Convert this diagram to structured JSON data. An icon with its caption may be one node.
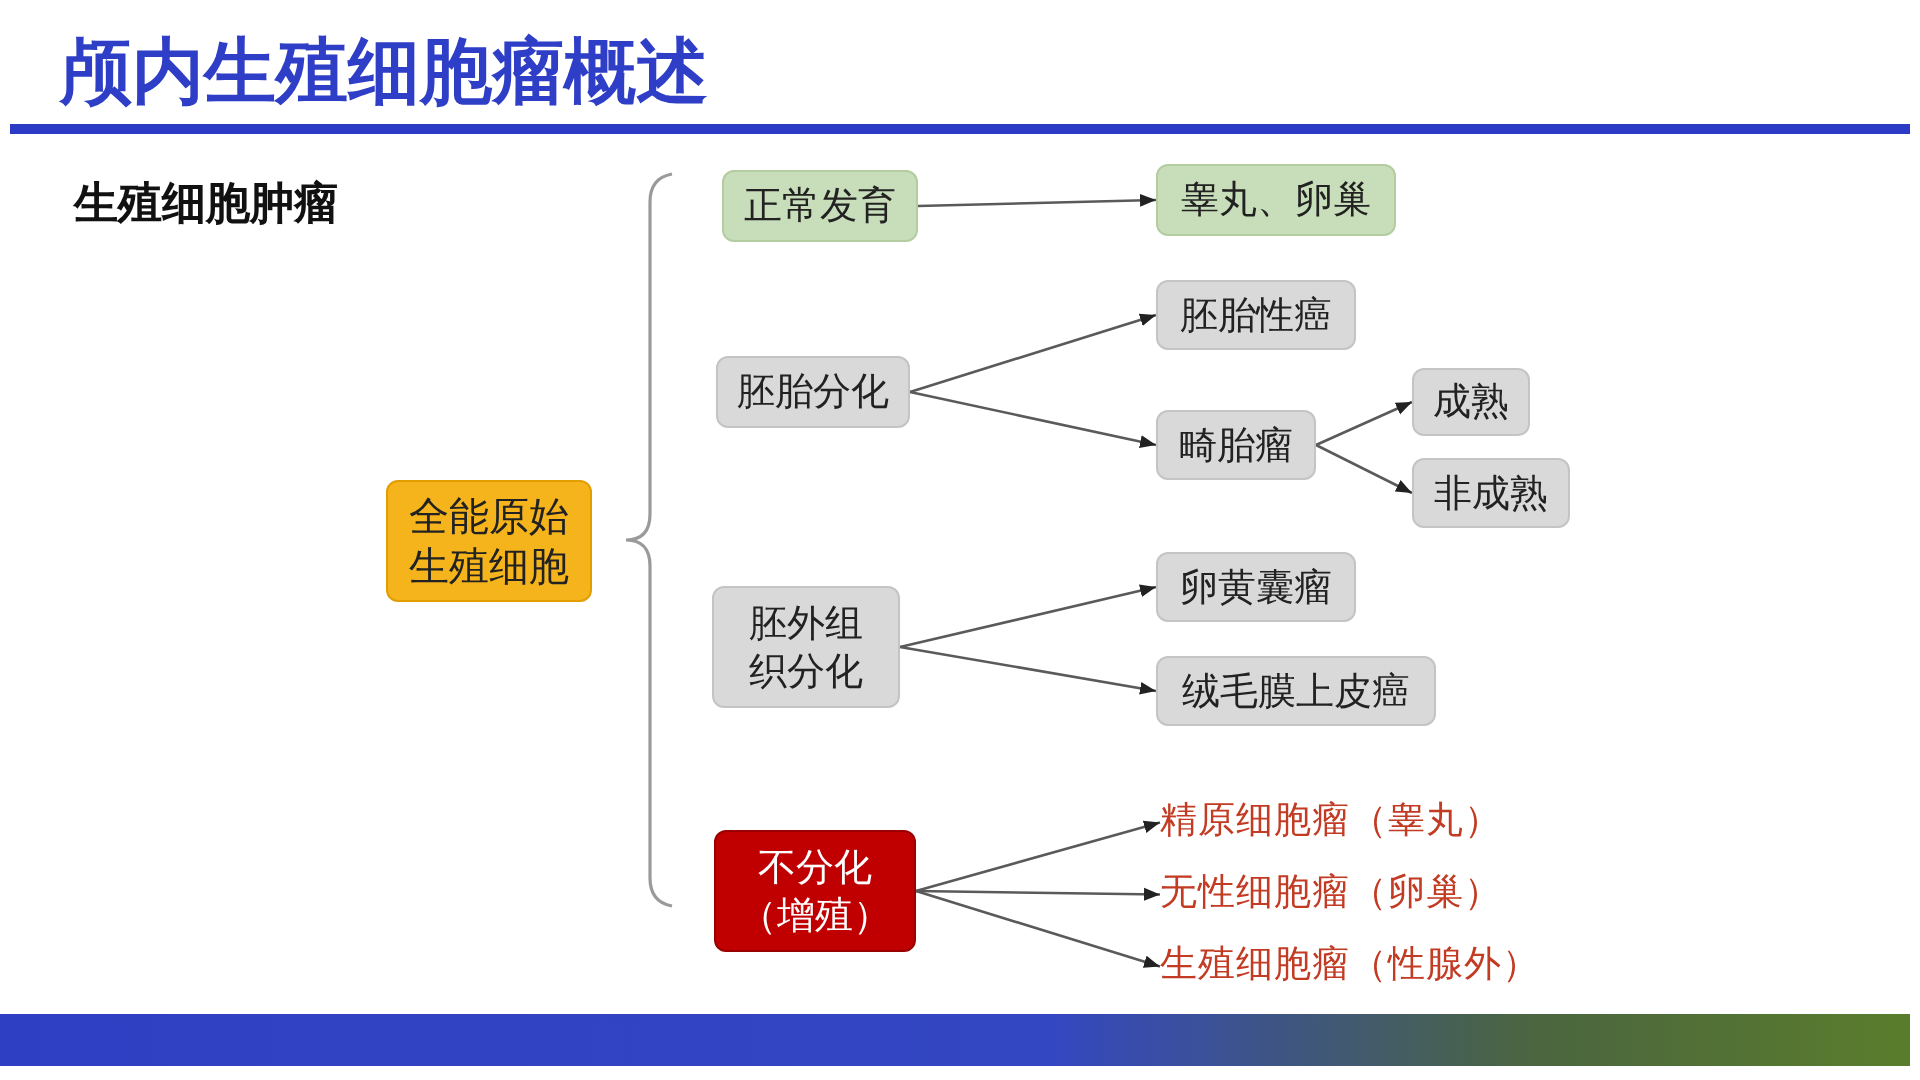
{
  "diagram": {
    "title": "颅内生殖细胞瘤概述",
    "nodes": [
      {
        "text": [
          "全能原始生殖细胞"
        ]
      },
      {
        "text": [
          "正常发育"
        ]
      },
      {
        "text": [
          "睾丸、卵巢"
        ]
      },
      {
        "text": [
          "胚胎分化"
        ]
      },
      {
        "text": [
          "胚胎性癌"
        ]
      },
      {
        "text": [
          "畸胎瘤"
        ]
      },
      {
        "text": [
          "成熟"
        ]
      },
      {
        "text": [
          "非成熟"
        ]
      },
      {
        "text": [
          "胚外组织分化"
        ]
      },
      {
        "text": [
          "卵黄囊瘤"
        ]
      },
      {
        "text": [
          "绒毛膜上皮癌"
        ]
      },
      {
        "text": [
          "不分化（增殖）"
        ]
      },
      {
        "text": [
          "精原细胞瘤（睾丸）"
        ]
      },
      {
        "text": [
          "无性细胞瘤（卵巢）"
        ]
      },
      {
        "text": [
          "生殖细胞瘤（性腺外）"
        ]
      }
    ],
    "edges": [
      {
        "from": 1,
        "to": 2,
        "arrow": "to"
      },
      {
        "from": 3,
        "to": 4,
        "arrow": "to"
      },
      {
        "from": 3,
        "to": 5,
        "arrow": "to"
      },
      {
        "from": 5,
        "to": 6,
        "arrow": "to"
      },
      {
        "from": 5,
        "to": 7,
        "arrow": "to"
      },
      {
        "from": 8,
        "to": 9,
        "arrow": "to"
      },
      {
        "from": 8,
        "to": 10,
        "arrow": "to"
      },
      {
        "from": 11,
        "to": 12,
        "arrow": "to"
      },
      {
        "from": 11,
        "to": 13,
        "arrow": "to"
      },
      {
        "from": 11,
        "to": 14,
        "arrow": "to"
      }
    ],
    "labels": [
      "生殖细胞肿瘤"
    ]
  }
}
